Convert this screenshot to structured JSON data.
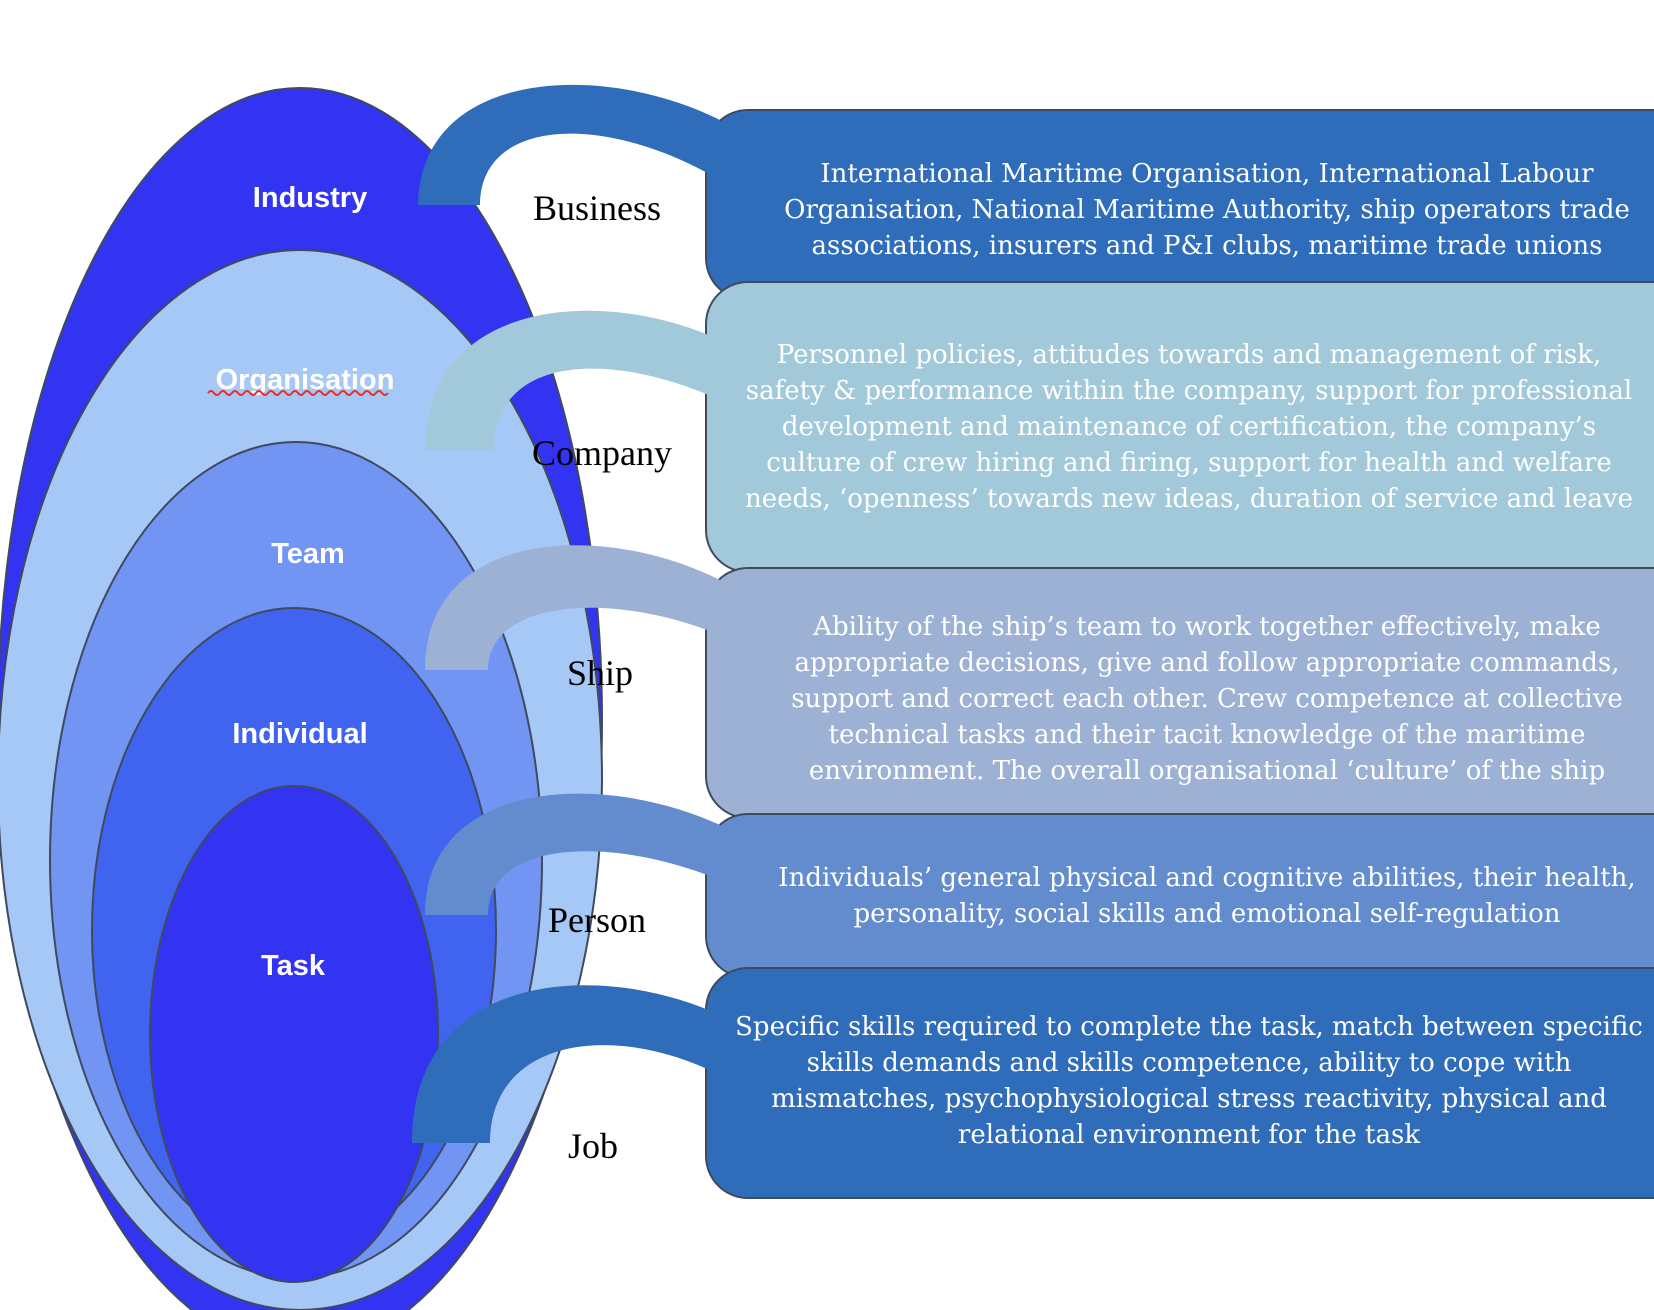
{
  "colors": {
    "industry": "#3333f2",
    "organisation": "#a6c8f6",
    "team": "#7294f2",
    "individual": "#4164f0",
    "task": "#3333f2",
    "box_business": "#2f6dba",
    "box_company": "#a2c9d9",
    "box_ship": "#9db1d5",
    "box_person": "#628cce",
    "box_job": "#2f6dba",
    "outline": "#3f4a5e"
  },
  "levels": [
    {
      "label": "Industry",
      "context": "Business",
      "icon": "arc-connector",
      "description": [
        "International Maritime Organisation, International Labour",
        "Organisation, National Maritime Authority, ship operators trade",
        "associations, insurers and P&I clubs, maritime trade unions"
      ]
    },
    {
      "label": "Organisation",
      "context": "Company",
      "icon": "arc-connector",
      "description": [
        "Personnel policies, attitudes towards and management of risk,",
        "safety & performance within the company, support for professional",
        "development and maintenance of certification, the company’s",
        "culture of crew hiring and firing, support for health and welfare",
        "needs, ‘openness’ towards new ideas, duration of service and leave"
      ]
    },
    {
      "label": "Team",
      "context": "Ship",
      "icon": "arc-connector",
      "description": [
        "Ability of the ship’s team to work together effectively, make",
        "appropriate decisions, give and follow appropriate commands,",
        "support and correct each other.  Crew competence at collective",
        "technical tasks and their tacit knowledge of the maritime",
        "environment.  The overall organisational ‘culture’ of the ship"
      ]
    },
    {
      "label": "Individual",
      "context": "Person",
      "icon": "arc-connector",
      "description": [
        "Individuals’ general physical and cognitive abilities, their health,",
        "personality, social skills and emotional self-regulation"
      ]
    },
    {
      "label": "Task",
      "context": "Job",
      "icon": "arc-connector",
      "description": [
        "Specific skills required to complete the task, match between specific",
        "skills demands and skills competence, ability to cope with",
        "mismatches, psychophysiological stress reactivity, physical and",
        "relational environment for the task"
      ]
    }
  ]
}
